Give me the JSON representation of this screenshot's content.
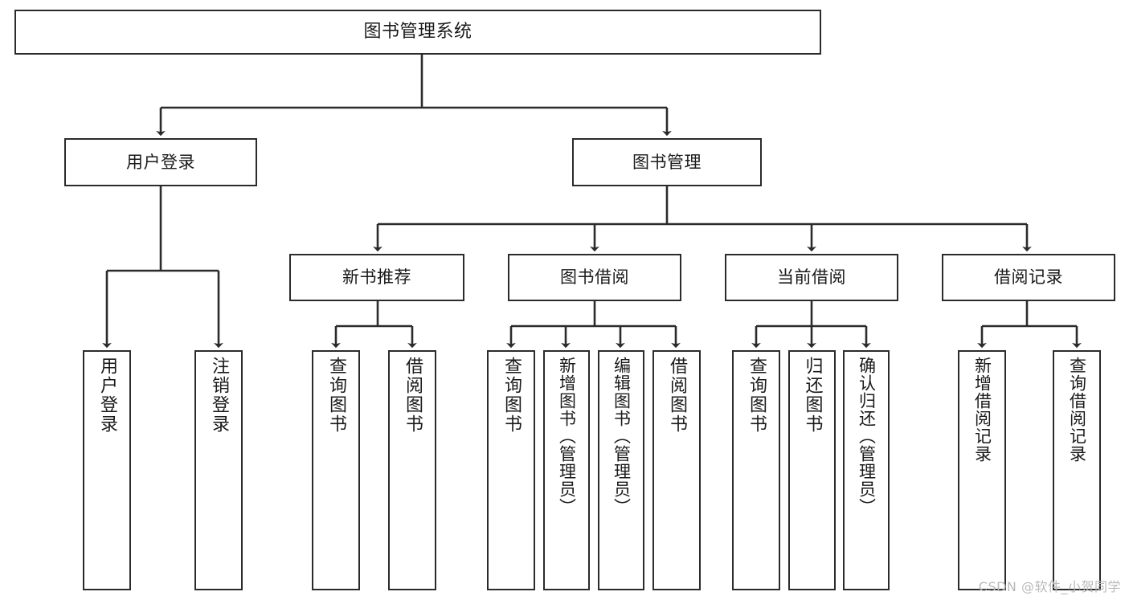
{
  "diagram": {
    "title": "图书管理系统",
    "type": "tree-hierarchy-diagram",
    "watermark": "CSDN @软件_小贺同学",
    "colors": {
      "stroke": "#2b2b2b",
      "fill": "#ffffff",
      "text": "#1a1a1a",
      "watermark": "#b9b9b9"
    },
    "nodes": {
      "root": {
        "label": "图书管理系统"
      },
      "level2": [
        {
          "id": "user-login",
          "label": "用户登录"
        },
        {
          "id": "book-management",
          "label": "图书管理"
        }
      ],
      "level3": [
        {
          "id": "new-book-recommend",
          "label": "新书推荐"
        },
        {
          "id": "book-borrow",
          "label": "图书借阅"
        },
        {
          "id": "current-borrow",
          "label": "当前借阅"
        },
        {
          "id": "borrow-record",
          "label": "借阅记录"
        }
      ],
      "leaves": {
        "user_login": [
          {
            "id": "leaf-user-login",
            "label": "用户登录"
          },
          {
            "id": "leaf-logout-login",
            "label": "注销登录"
          }
        ],
        "new_book_recommend": [
          {
            "id": "leaf-query-book-1",
            "label": "查询图书"
          },
          {
            "id": "leaf-borrow-book-1",
            "label": "借阅图书"
          }
        ],
        "book_borrow": [
          {
            "id": "leaf-query-book-2",
            "label": "查询图书"
          },
          {
            "id": "leaf-add-book-admin",
            "label": "新增图书（管理员）"
          },
          {
            "id": "leaf-edit-book-admin",
            "label": "编辑图书（管理员）"
          },
          {
            "id": "leaf-borrow-book-2",
            "label": "借阅图书"
          }
        ],
        "current_borrow": [
          {
            "id": "leaf-query-book-3",
            "label": "查询图书"
          },
          {
            "id": "leaf-return-book",
            "label": "归还图书"
          },
          {
            "id": "leaf-confirm-return-admin",
            "label": "确认归还（管理员）"
          }
        ],
        "borrow_record": [
          {
            "id": "leaf-add-borrow-record",
            "label": "新增借阅记录"
          },
          {
            "id": "leaf-query-borrow-record",
            "label": "查询借阅记录"
          }
        ]
      }
    }
  }
}
